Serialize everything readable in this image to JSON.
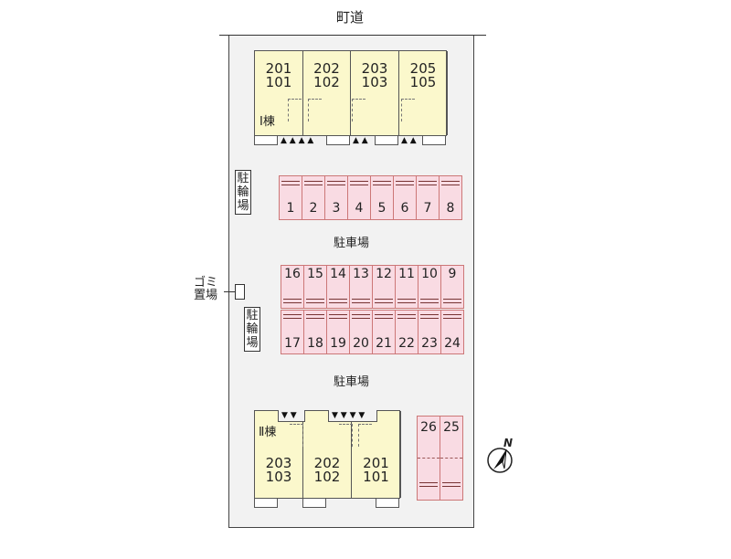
{
  "road_label": "町道",
  "building1": {
    "label": "Ⅰ棟",
    "units": [
      {
        "upper": "201",
        "lower": "101"
      },
      {
        "upper": "202",
        "lower": "102"
      },
      {
        "upper": "203",
        "lower": "103"
      },
      {
        "upper": "205",
        "lower": "105"
      }
    ]
  },
  "building2": {
    "label": "Ⅱ棟",
    "units": [
      {
        "upper": "203",
        "lower": "103"
      },
      {
        "upper": "202",
        "lower": "102"
      },
      {
        "upper": "201",
        "lower": "101"
      }
    ]
  },
  "bike_parking_label": [
    "駐",
    "輪",
    "場"
  ],
  "parking_label": "駐車場",
  "garbage_label": {
    "line1": "ゴミ",
    "line2": "置場"
  },
  "parking_row1": [
    "1",
    "2",
    "3",
    "4",
    "5",
    "6",
    "7",
    "8"
  ],
  "parking_row2_top": [
    "16",
    "15",
    "14",
    "13",
    "12",
    "11",
    "10",
    "9"
  ],
  "parking_row2_bottom": [
    "17",
    "18",
    "19",
    "20",
    "21",
    "22",
    "23",
    "24"
  ],
  "parking_row3": [
    "26",
    "25"
  ],
  "compass_label": "N",
  "colors": {
    "building": "#fbf8cc",
    "parking": "#f9dbe3",
    "site": "#f2f2f2"
  }
}
